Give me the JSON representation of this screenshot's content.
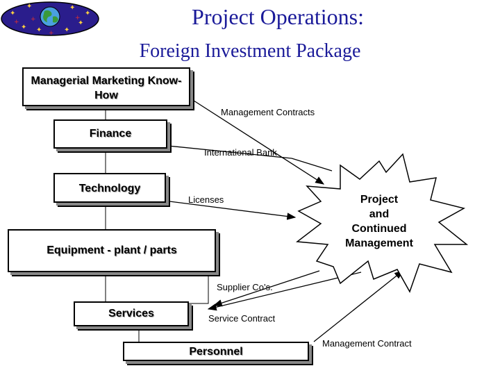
{
  "title": "Project Operations:",
  "subtitle": "Foreign Investment Package",
  "logo_icon": "globe-icon",
  "boxes": {
    "know_how": "Managerial Marketing Know-How",
    "finance": "Finance",
    "technology": "Technology",
    "equipment": "Equipment - plant / parts",
    "services": "Services",
    "personnel": "Personnel"
  },
  "arrows": {
    "management_contracts": "Management Contracts",
    "international_bank": "International Bank",
    "licenses": "Licenses",
    "supplier_cos": "Supplier Co’s.",
    "service_contract": "Service Contract",
    "management_contract": "Management Contract"
  },
  "center": {
    "line1": "Project",
    "line2": "and",
    "line3": "Continued",
    "line4": "Management"
  }
}
